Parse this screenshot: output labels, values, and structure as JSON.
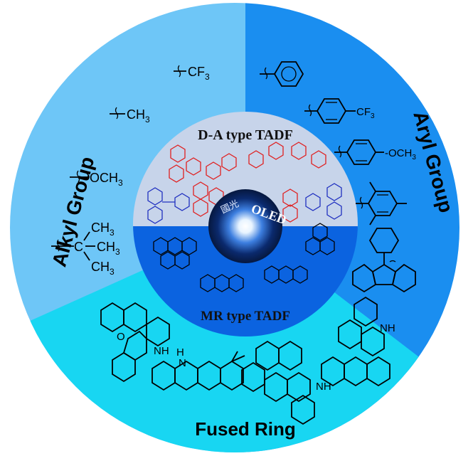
{
  "sectors": {
    "alkyl": {
      "label": "Alkyl Group",
      "color": "#6ec6f7",
      "substituents": [
        "CF",
        "CH",
        "OCH",
        "CH",
        "CH",
        "CH"
      ],
      "subscript": "3"
    },
    "aryl": {
      "label": "Aryl Group",
      "color": "#1a8ef0",
      "substituents": [
        "CF",
        "OCH"
      ],
      "subscript": "3"
    },
    "fused": {
      "label": "Fused Ring",
      "color": "#18d6f2",
      "nh_labels": [
        "NH",
        "H",
        "N",
        "NH",
        "NH"
      ],
      "oxygen": "O"
    }
  },
  "center": {
    "top_title": "D-A type TADF",
    "bottom_title": "MR type TADF",
    "badge_text": "OLED",
    "badge_cjk": "國光",
    "top_color": "#c7d4ea",
    "bottom_color": "#0b63e0"
  }
}
